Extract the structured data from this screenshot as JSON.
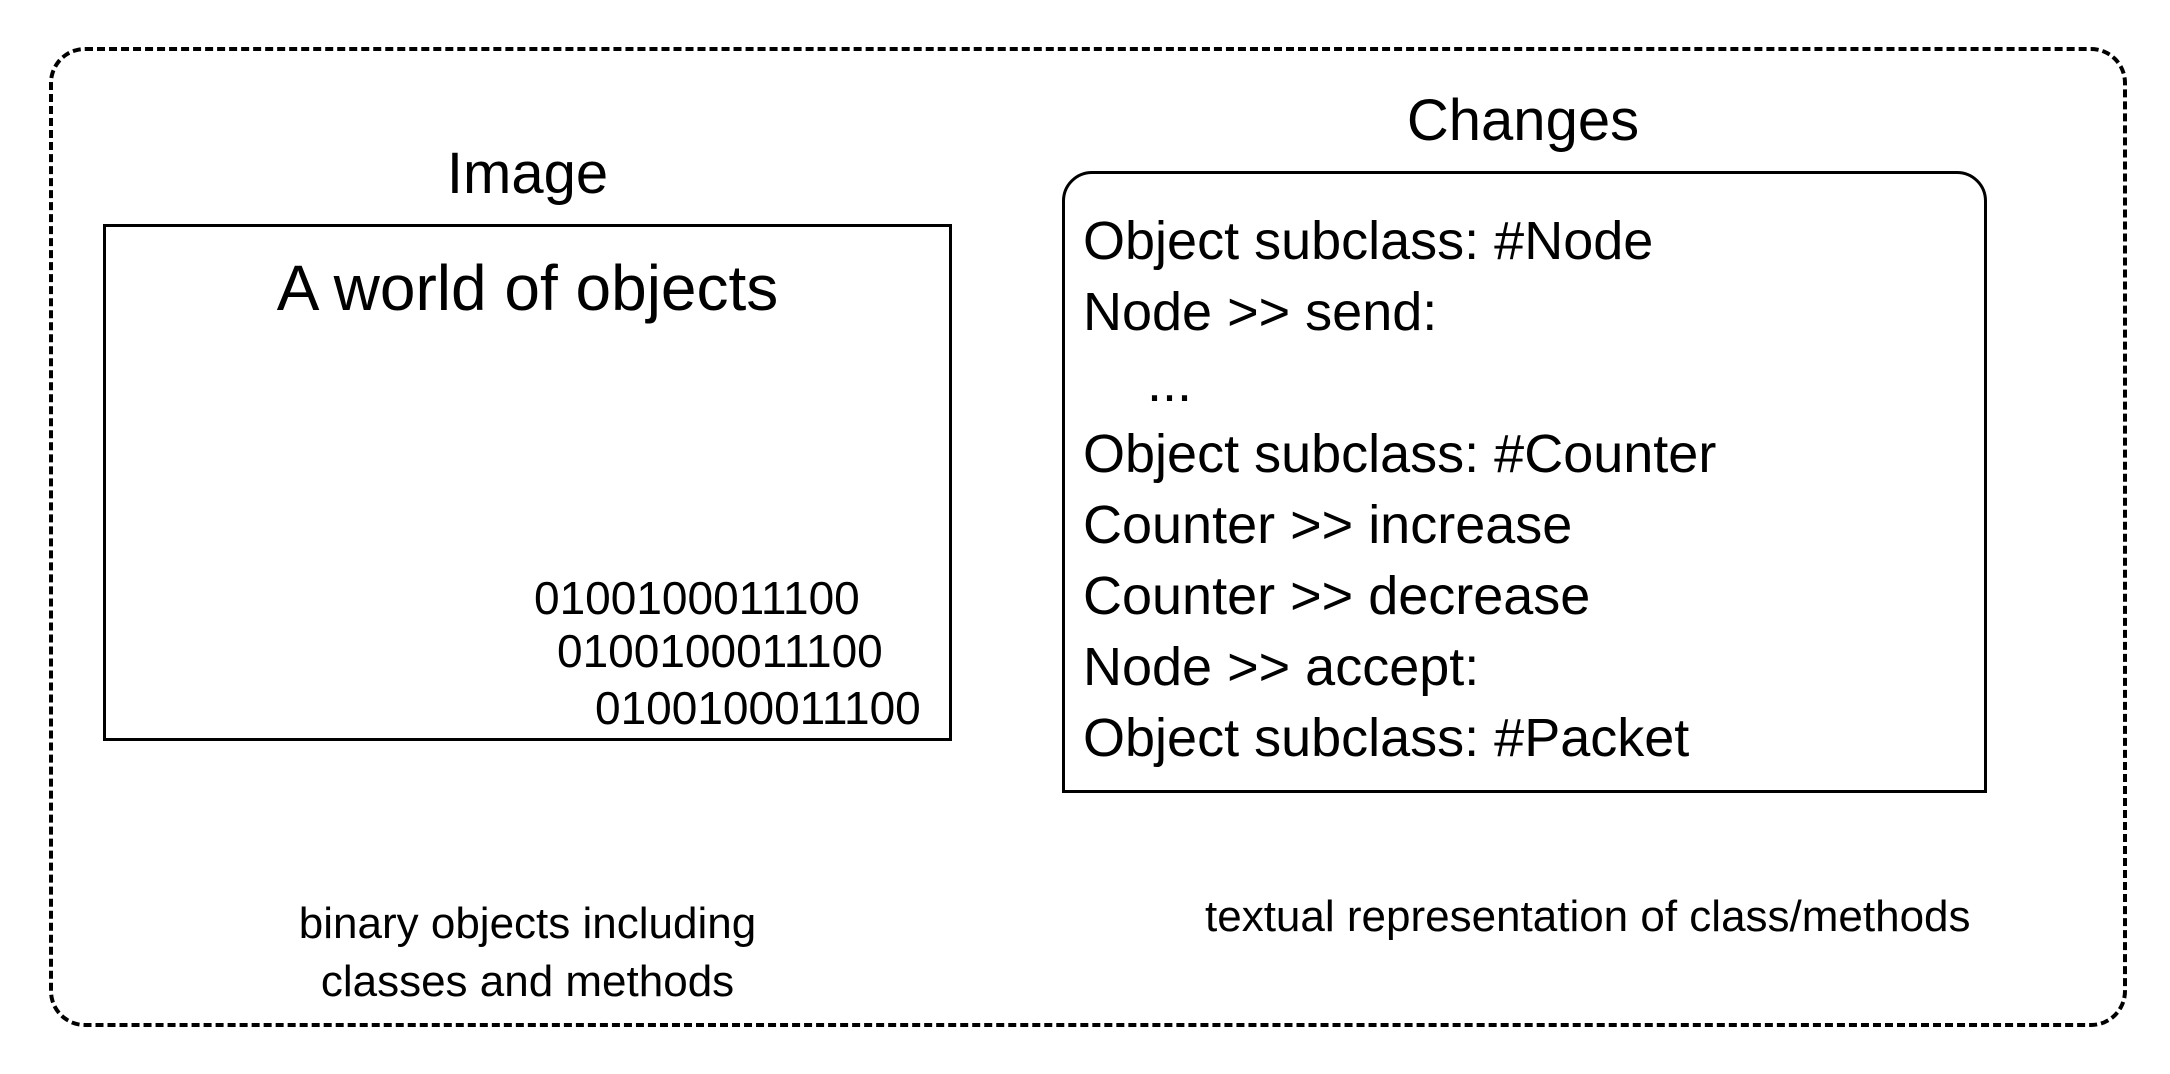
{
  "image_panel": {
    "title": "Image",
    "heading": "A world of objects",
    "binary_lines": [
      "0100100011100",
      "0100100011100",
      "0100100011100"
    ],
    "caption_lines": [
      "binary objects including",
      "classes and methods"
    ]
  },
  "changes_panel": {
    "title": "Changes",
    "lines": [
      "Object subclass: #Node",
      "Node >> send:",
      "...",
      "Object subclass: #Counter",
      "Counter >> increase",
      "Counter >> decrease",
      "Node >> accept:",
      "Object subclass: #Packet"
    ],
    "caption": "textual representation of class/methods"
  }
}
